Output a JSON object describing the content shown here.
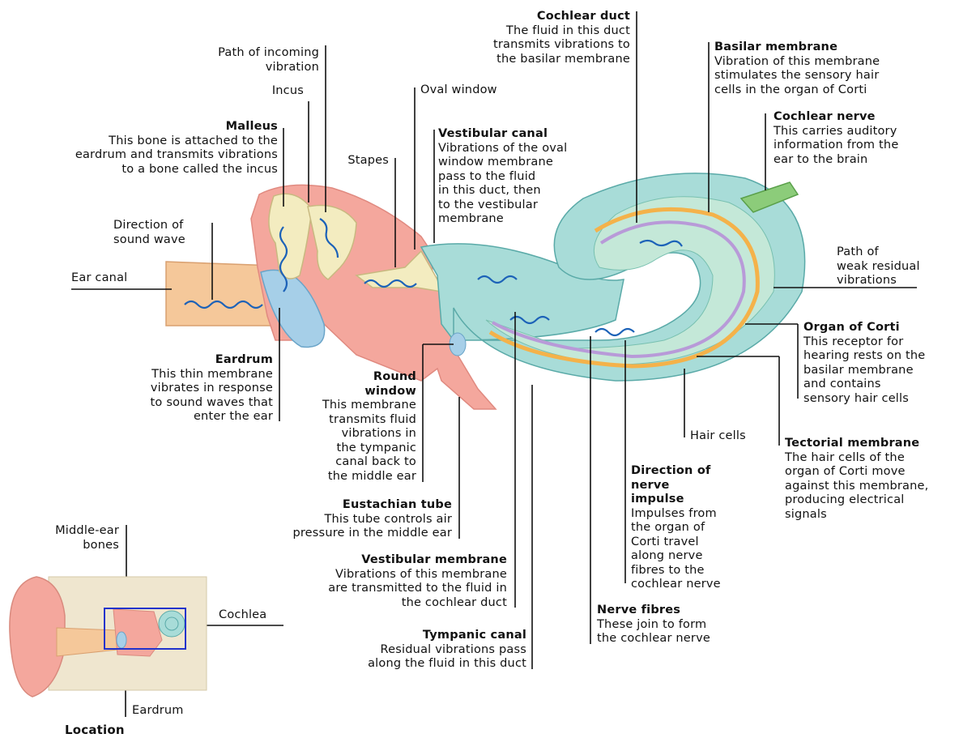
{
  "labels": {
    "cochlear_duct": {
      "title": "Cochlear duct",
      "desc": "The fluid in this duct\ntransmits vibrations to\nthe basilar membrane"
    },
    "basilar_membrane": {
      "title": "Basilar membrane",
      "desc": "Vibration of this membrane\nstimulates the sensory hair\ncells in the organ of Corti"
    },
    "cochlear_nerve": {
      "title": "Cochlear nerve",
      "desc": "This carries auditory\ninformation from the\near to the brain"
    },
    "path_incoming": {
      "text": "Path of incoming\nvibration"
    },
    "incus": {
      "text": "Incus"
    },
    "oval_window": {
      "text": "Oval window"
    },
    "malleus": {
      "title": "Malleus",
      "desc": "This bone is attached to the\neardrum and transmits vibrations\nto a bone called the incus"
    },
    "stapes": {
      "text": "Stapes"
    },
    "vestibular_canal": {
      "title": "Vestibular canal",
      "desc": "Vibrations of the oval\nwindow membrane\npass to the fluid\nin this duct, then\nto the vestibular\nmembrane"
    },
    "direction_sound": {
      "text": "Direction of\nsound wave"
    },
    "ear_canal": {
      "text": "Ear canal"
    },
    "path_weak": {
      "text": "Path of\nweak residual\nvibrations"
    },
    "organ_corti": {
      "title": "Organ of Corti",
      "desc": "This receptor for\nhearing rests on the\nbasilar membrane\nand contains\nsensory hair cells"
    },
    "eardrum": {
      "title": "Eardrum",
      "desc": "This thin membrane\nvibrates in response\nto sound waves that\nenter the ear"
    },
    "round_window": {
      "title": "Round\nwindow",
      "desc": "This membrane\ntransmits fluid\nvibrations in\nthe tympanic\ncanal back to\nthe middle ear"
    },
    "hair_cells": {
      "text": "Hair cells"
    },
    "tectorial_membrane": {
      "title": "Tectorial membrane",
      "desc": "The hair cells of the\norgan of Corti move\nagainst this membrane,\nproducing electrical\nsignals"
    },
    "direction_nerve": {
      "title": "Direction of\nnerve\nimpulse",
      "desc": "Impulses from\nthe organ of\nCorti travel\nalong nerve\nfibres to the\ncochlear nerve"
    },
    "eustachian_tube": {
      "title": "Eustachian tube",
      "desc": "This tube controls air\npressure in the middle ear"
    },
    "middle_ear_bones": {
      "text": "Middle-ear\nbones"
    },
    "vestibular_membrane": {
      "title": "Vestibular membrane",
      "desc": "Vibrations of this membrane\nare transmitted to the fluid in\nthe cochlear duct"
    },
    "cochlea": {
      "text": "Cochlea"
    },
    "nerve_fibres": {
      "title": "Nerve fibres",
      "desc": "These join to form\nthe cochlear nerve"
    },
    "tympanic_canal": {
      "title": "Tympanic canal",
      "desc": "Residual vibrations pass\nalong the fluid in this duct"
    },
    "eardrum_small": {
      "text": "Eardrum"
    },
    "location": {
      "text": "Location"
    }
  },
  "colors": {
    "middle_ear": "#f4a79d",
    "bone": "#f3ecc0",
    "cochlea_fluid": "#a8dcd8",
    "cochlea_inner": "#c4e8d8",
    "canal": "#f5c89a",
    "eardrum": "#a6cfe8",
    "wave": "#1c62b8",
    "basilar": "#f4b24a",
    "vestibular": "#b89ad8",
    "nerve": "#8ccc7a"
  }
}
